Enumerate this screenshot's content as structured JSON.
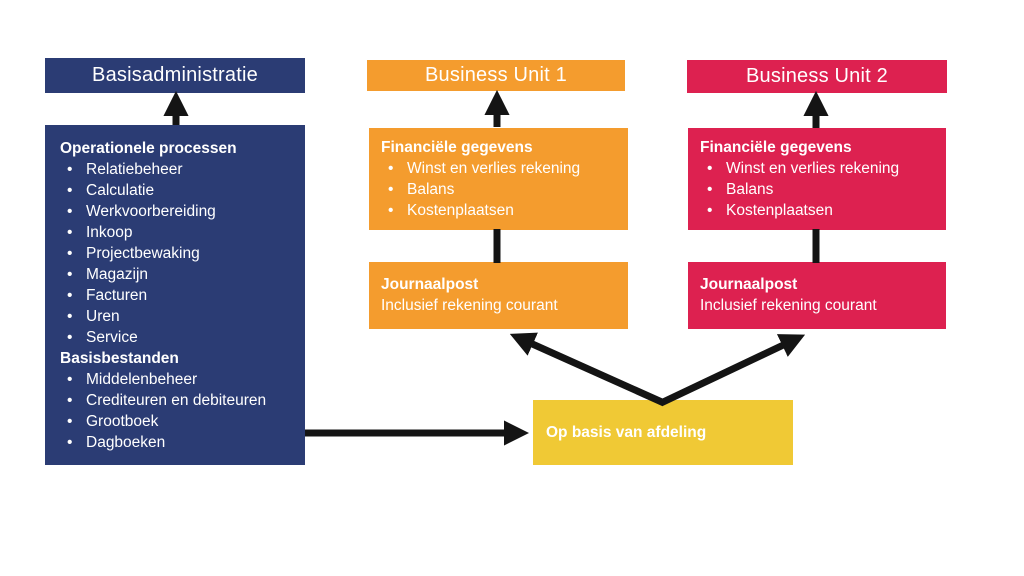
{
  "colors": {
    "navy": "#2B3C74",
    "orange": "#F49C2E",
    "crimson": "#DD2150",
    "yellow": "#F0C935",
    "arrow": "#141414",
    "background": "#FFFFFF",
    "text": "#FFFFFF"
  },
  "basisadministratie": {
    "title": "Basisadministratie",
    "sections": [
      {
        "heading": "Operationele processen",
        "items": [
          "Relatiebeheer",
          "Calculatie",
          "Werkvoorbereiding",
          "Inkoop",
          "Projectbewaking",
          "Magazijn",
          "Facturen",
          "Uren",
          "Service"
        ]
      },
      {
        "heading": "Basisbestanden",
        "items": [
          "Middelenbeheer",
          "Crediteuren en debiteuren",
          "Grootboek",
          "Dagboeken"
        ]
      }
    ]
  },
  "business_unit_1": {
    "title": "Business Unit 1",
    "financial": {
      "heading": "Financiële gegevens",
      "items": [
        "Winst en verlies rekening",
        "Balans",
        "Kostenplaatsen"
      ]
    },
    "journal": {
      "heading": "Journaalpost",
      "subtitle": "Inclusief rekening courant"
    }
  },
  "business_unit_2": {
    "title": "Business Unit 2",
    "financial": {
      "heading": "Financiële gegevens",
      "items": [
        "Winst en verlies rekening",
        "Balans",
        "Kostenplaatsen"
      ]
    },
    "journal": {
      "heading": "Journaalpost",
      "subtitle": "Inclusief rekening courant"
    }
  },
  "afdeling": {
    "label": "Op basis van afdeling"
  }
}
